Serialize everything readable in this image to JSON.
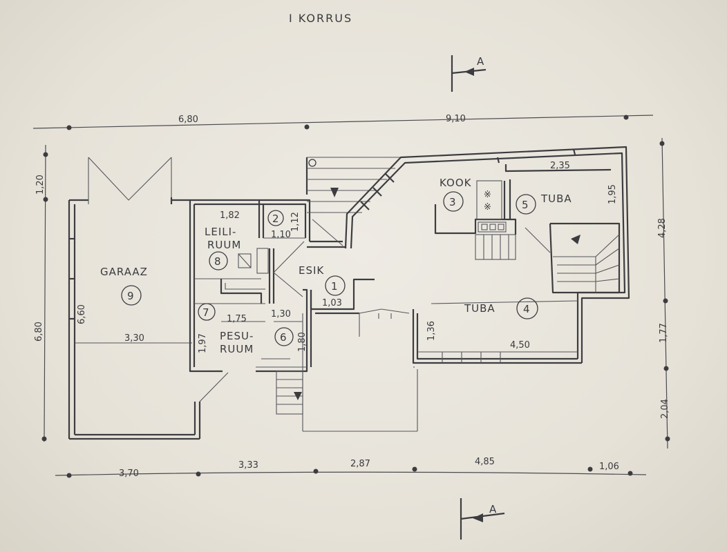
{
  "title": "I KORRUS",
  "section_marker": "A",
  "rooms": {
    "garage": {
      "name": "GARAAZ",
      "number": "9"
    },
    "sauna": {
      "name_line1": "LEILI-",
      "name_line2": "RUUM",
      "number": "8"
    },
    "room2": {
      "number": "2"
    },
    "room7": {
      "number": "7"
    },
    "washroom": {
      "name_line1": "PESU-",
      "name_line2": "RUUM",
      "number": "6"
    },
    "hall": {
      "name": "ESIK",
      "number": "1",
      "area": "1,03"
    },
    "kitchen": {
      "name": "KOOK",
      "number": "3"
    },
    "room5": {
      "name": "TUBA",
      "number": "5"
    },
    "room4": {
      "name": "TUBA",
      "number": "4"
    }
  },
  "dimensions": {
    "top": [
      "6,80",
      "9,10"
    ],
    "bottom": [
      "3,70",
      "3,33",
      "2,87",
      "4,85",
      "1,06"
    ],
    "left": [
      "1,20",
      "6,80"
    ],
    "right": [
      "4,28",
      "1,77",
      "2,04"
    ],
    "interior": {
      "sauna_width": "1,82",
      "room2_width": "1,10",
      "room2_height": "1,12",
      "garage_depth": "6,60",
      "garage_width": "3,30",
      "room7_width": "1,75",
      "room7_height": "1,97",
      "washroom_width": "1,30",
      "washroom_height": "1,80",
      "room5_width": "2,35",
      "room5_height": "1,95",
      "room4_width": "4,50",
      "room4_height": "1,36"
    }
  }
}
